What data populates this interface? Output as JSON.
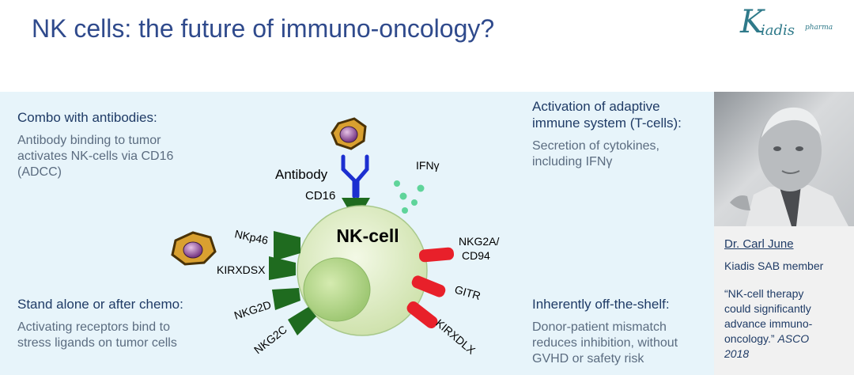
{
  "slide": {
    "title": "NK cells: the future of immuno-oncology?"
  },
  "logo": {
    "initial": "K",
    "word": "iadis",
    "suffix": "pharma",
    "color": "#2f7a8a"
  },
  "colors": {
    "title": "#2f4a8c",
    "panel_bg": "#e7f4fa",
    "cell_fill": "#d6e8b8",
    "receptor_green": "#1f6b1f",
    "receptor_red": "#e8202a",
    "antibody_blue": "#1c2fd0",
    "ifn_dots": "#5fd49a",
    "tumor_cell": "#d9a030"
  },
  "left": {
    "top_heading": "Combo with antibodies:",
    "top_body": [
      "Antibody binding to tumor",
      "activates NK-cells via CD16",
      "(ADCC)"
    ],
    "bottom_heading": "Stand alone or after chemo:",
    "bottom_body": [
      "Activating receptors bind to",
      "stress ligands on tumor cells"
    ]
  },
  "middle": {
    "top_heading": [
      "Activation of adaptive",
      "immune system (T-cells):"
    ],
    "top_body": [
      "Secretion of cytokines,",
      "including IFNγ"
    ],
    "bottom_heading": "Inherently off-the-shelf:",
    "bottom_body": [
      "Donor-patient mismatch",
      "reduces inhibition, without",
      "GVHD or safety risk"
    ]
  },
  "diagram": {
    "cell_label": "NK-cell",
    "antibody": "Antibody",
    "cd16": "CD16",
    "ifn": "IFNγ",
    "nkp46": "NKp46",
    "kirxdsx": "KIRXDSX",
    "nkg2d": "NKG2D",
    "nkg2c": "NKG2C",
    "nkg2a_line1": "NKG2A/",
    "nkg2a_line2": "CD94",
    "gitr": "GITR",
    "kirxdlx": "KIRXDLX"
  },
  "sidebar": {
    "name": "Dr. Carl June",
    "role": "Kiadis SAB member",
    "quote_lines": [
      "“NK-cell therapy",
      "could significantly",
      "advance immuno-"
    ],
    "quote_last": "oncology.”",
    "source_1": "ASCO",
    "source_2": "2018"
  }
}
